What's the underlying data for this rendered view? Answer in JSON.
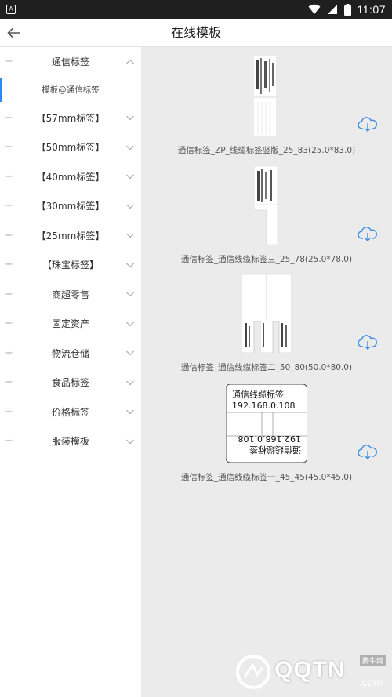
{
  "status": {
    "time": "11:07",
    "app_letter": "A"
  },
  "header": {
    "title": "在线模板"
  },
  "colors": {
    "accent": "#2a8bf2",
    "content_bg": "#ebebeb",
    "status_bar": "#1f1f1f"
  },
  "sidebar": {
    "expanded": {
      "sign": "−",
      "label": "通信标签"
    },
    "sub_item": "模板@通信标签",
    "items": [
      {
        "sign": "+",
        "label": "【57mm标签】"
      },
      {
        "sign": "+",
        "label": "【50mm标签】"
      },
      {
        "sign": "+",
        "label": "【40mm标签】"
      },
      {
        "sign": "+",
        "label": "【30mm标签】"
      },
      {
        "sign": "+",
        "label": "【25mm标签】"
      },
      {
        "sign": "+",
        "label": "【珠宝标签】"
      },
      {
        "sign": "+",
        "label": "商超零售"
      },
      {
        "sign": "+",
        "label": "固定资产"
      },
      {
        "sign": "+",
        "label": "物流仓储"
      },
      {
        "sign": "+",
        "label": "食品标签"
      },
      {
        "sign": "+",
        "label": "价格标签"
      },
      {
        "sign": "+",
        "label": "服装模板"
      }
    ]
  },
  "templates": [
    {
      "name": "通信标签_ZP_线缆标签竖版_25_83(25.0*83.0)"
    },
    {
      "name": "通信标签_通信线缆标签三_25_78(25.0*78.0)"
    },
    {
      "name": "通信标签_通信线缆标签二_50_80(50.0*80.0)"
    },
    {
      "name": "通信标签_通信线缆标签一_45_45(45.0*45.0)",
      "label_line1": "通信线缆标签",
      "label_line2": "192.168.0.108"
    }
  ],
  "watermark": {
    "brand": "QQTN",
    "suffix": ".com",
    "small": "腾牛网"
  },
  "icons": {
    "back": "arrow-left-icon",
    "download": "cloud-download-icon",
    "expand": "chevron-down-icon",
    "collapse": "chevron-up-icon"
  }
}
